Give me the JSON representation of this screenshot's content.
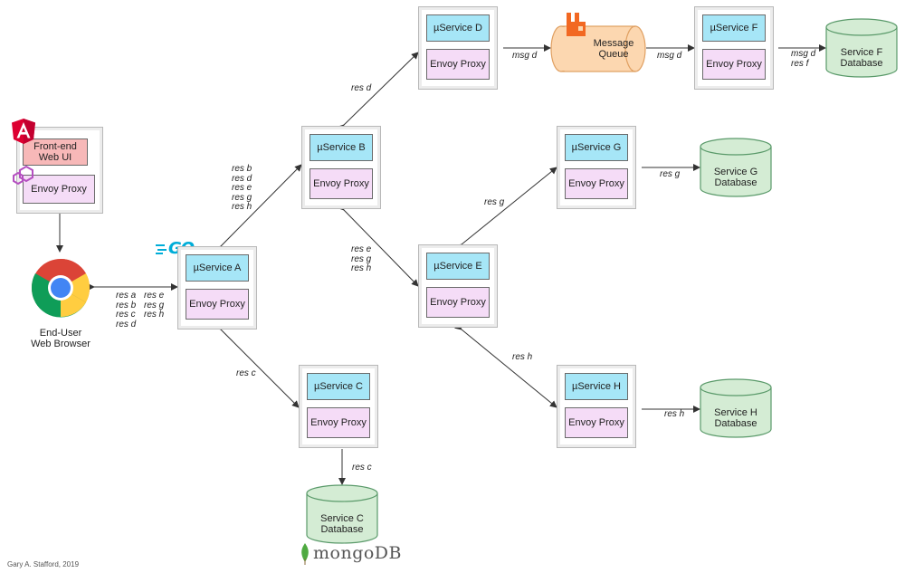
{
  "nodes": {
    "frontend": {
      "title": "Front-end\nWeb UI",
      "proxy": "Envoy Proxy"
    },
    "svc_a": {
      "title": "µService A",
      "proxy": "Envoy Proxy"
    },
    "svc_b": {
      "title": "µService B",
      "proxy": "Envoy Proxy"
    },
    "svc_c": {
      "title": "µService C",
      "proxy": "Envoy Proxy"
    },
    "svc_d": {
      "title": "µService D",
      "proxy": "Envoy Proxy"
    },
    "svc_e": {
      "title": "µService E",
      "proxy": "Envoy Proxy"
    },
    "svc_f": {
      "title": "µService F",
      "proxy": "Envoy Proxy"
    },
    "svc_g": {
      "title": "µService G",
      "proxy": "Envoy Proxy"
    },
    "svc_h": {
      "title": "µService H",
      "proxy": "Envoy Proxy"
    }
  },
  "databases": {
    "db_c": "Service C\nDatabase",
    "db_f": "Service F\nDatabase",
    "db_g": "Service G\nDatabase",
    "db_h": "Service H\nDatabase"
  },
  "queue": "Message\nQueue",
  "browser": "End-User\nWeb Browser",
  "labels": {
    "browser_a_1": "res a\nres b\nres c\nres d",
    "browser_a_2": "res e\nres g\nres h",
    "a_b": "res b\nres d\nres e\nres g\nres h",
    "b_d": "res d",
    "d_q": "msg d",
    "q_f": "msg d",
    "f_db": "msg d\nres f",
    "b_e": "res e\nres g\nres h",
    "e_g": "res g",
    "g_db": "res g",
    "a_c": "res c",
    "c_db": "res c",
    "e_h": "res h",
    "h_db": "res h"
  },
  "logos": {
    "mongodb": "mongoDB",
    "go": "GO"
  },
  "credit": "Gary A. Stafford, 2019",
  "colors": {
    "service": "#a6e6f7",
    "proxy": "#f5dcf7",
    "frontend": "#f7b8b8",
    "database": "#d4ecd4",
    "queue": "#fcd7b0",
    "rabbitmq": "#f26822",
    "angular": "#dd0031"
  }
}
